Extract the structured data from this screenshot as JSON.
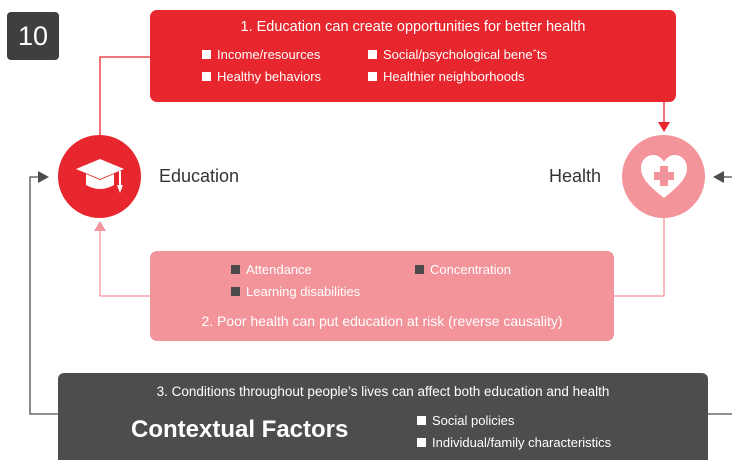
{
  "badge": "10",
  "box1": {
    "title": "1. Education can create opportunities for better health",
    "items": [
      "Income/resources",
      "Social/psychological beneˆts",
      "Healthy behaviors",
      "Healthier neighborhoods"
    ]
  },
  "box2": {
    "items": [
      "Attendance",
      "Concentration",
      "Learning disabilities"
    ],
    "title": "2. Poor health can put education at risk (reverse causality)"
  },
  "box3": {
    "title": "3. Conditions throughout people’s lives can affect both education and health",
    "heading": "Contextual Factors",
    "items": [
      "Social policies",
      "Individual/family characteristics"
    ]
  },
  "nodes": {
    "education": {
      "label": "Education",
      "icon": "graduation-cap-icon"
    },
    "health": {
      "label": "Health",
      "icon": "heart-cross-icon"
    }
  },
  "colors": {
    "red": "#e8262d",
    "pink": "#f3949a",
    "dark": "#4d4d4d"
  }
}
